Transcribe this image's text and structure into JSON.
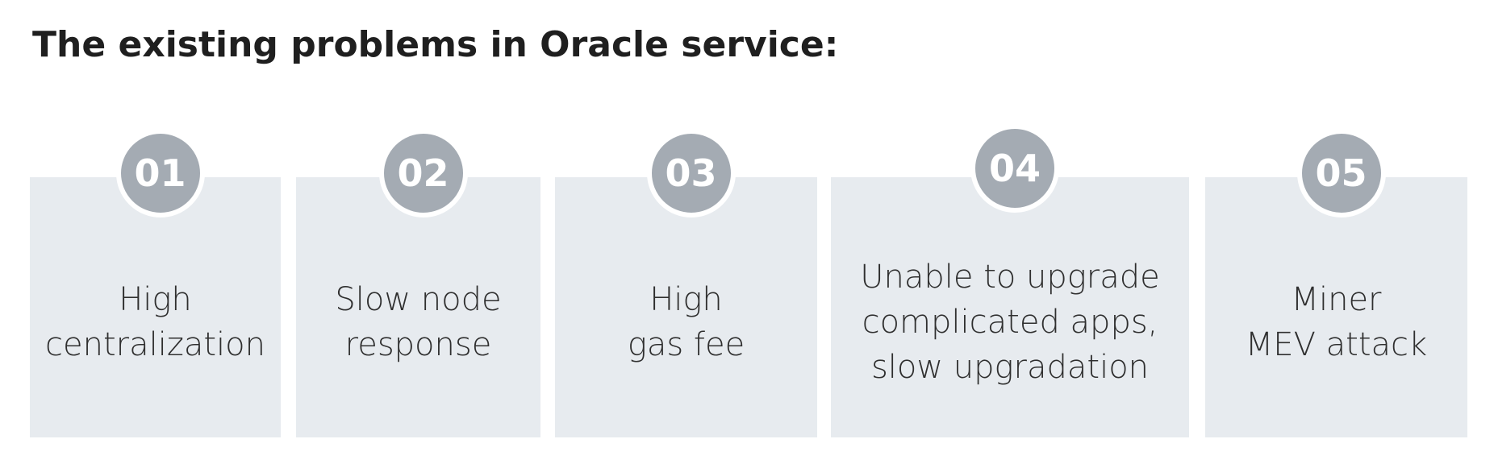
{
  "title": "The existing problems in Oracle service:",
  "colors": {
    "card_background": "#e7ebef",
    "badge_background": "#a4abb3",
    "badge_text": "#ffffff",
    "title_text": "#1f1f1f",
    "card_text": "#2f2f2f"
  },
  "cards": [
    {
      "number": "01",
      "text": "High\ncentralization"
    },
    {
      "number": "02",
      "text": "Slow node\nresponse"
    },
    {
      "number": "03",
      "text": "High\ngas fee"
    },
    {
      "number": "04",
      "text": "Unable to upgrade\ncomplicated apps,\nslow upgradation"
    },
    {
      "number": "05",
      "text": "Miner\nMEV attack"
    }
  ]
}
